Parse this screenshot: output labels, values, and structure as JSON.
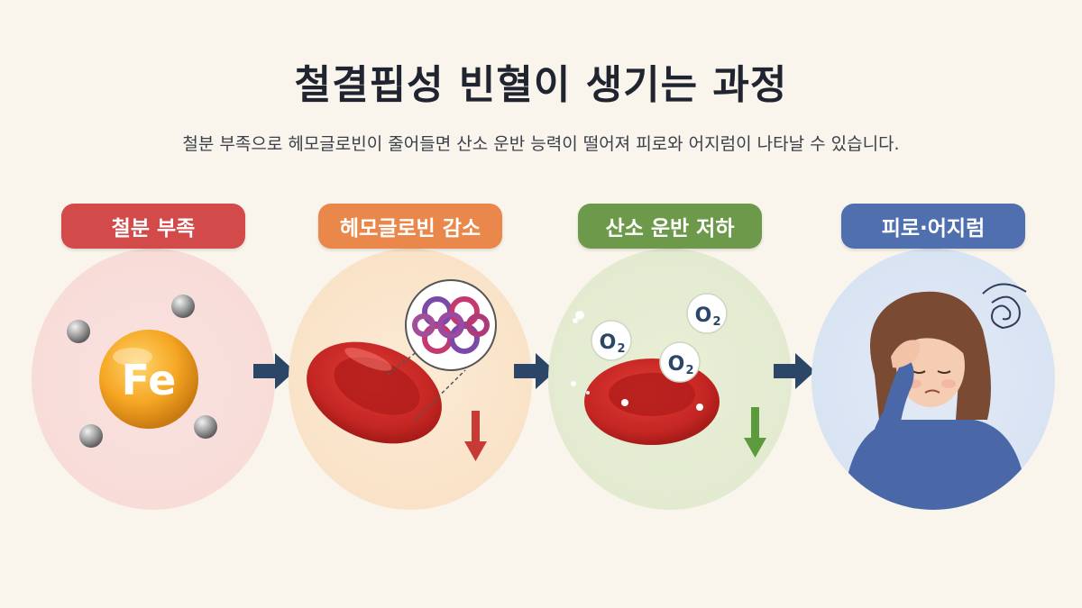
{
  "title": "철결핍성 빈혈이 생기는 과정",
  "subtitle": "철분 부족으로 헤모글로빈이 줄어들면 산소 운반 능력이 떨어져 피로와 어지럼이 나타날 수 있습니다.",
  "steps": [
    {
      "label": "철분 부족",
      "color": "#d24a4a"
    },
    {
      "label": "헤모글로빈 감소",
      "color": "#e9884a"
    },
    {
      "label": "산소 운반 저하",
      "color": "#6d9a4a"
    },
    {
      "label": "피로·어지럼",
      "color": "#4f6fae"
    }
  ],
  "icons": {
    "fe": "Fe",
    "oxygen": "O",
    "oxygen_sub": "2"
  },
  "colors": {
    "arrow": "#2c4667",
    "down_red": "#c73b36",
    "down_green": "#5c9a3e"
  }
}
